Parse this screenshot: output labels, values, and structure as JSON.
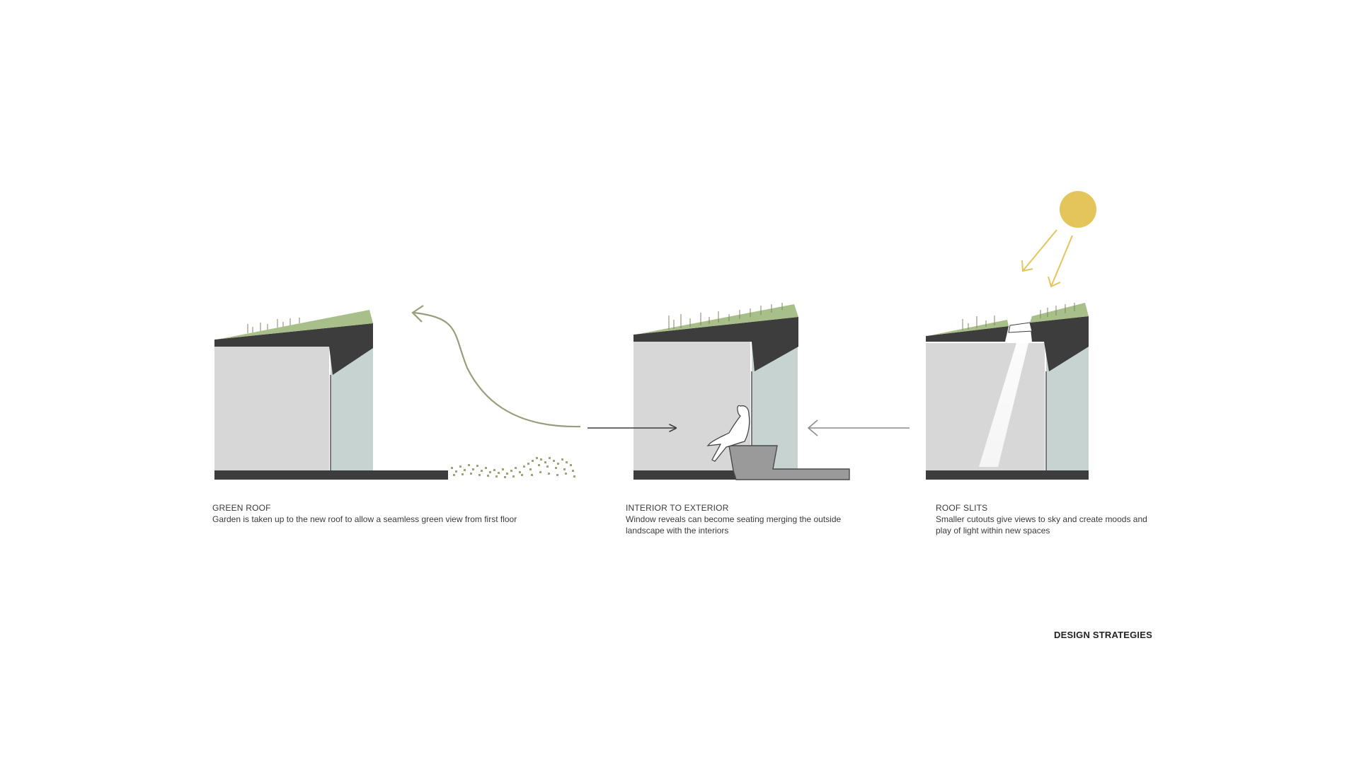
{
  "colors": {
    "roof_green": "#a9bf8a",
    "roof_dark": "#3d3d3d",
    "wall_grey": "#d7d7d7",
    "glass": "#c7d3d1",
    "arrow_green": "#9b9c7b",
    "sun_yellow": "#e3c55b",
    "hatch_green": "#9da678"
  },
  "strategies": [
    {
      "title": "GREEN ROOF",
      "description": "Garden is taken up to the new roof to allow a seamless green view from first floor",
      "icons": [
        "green-roof-icon",
        "curved-arrow-icon",
        "landscape-hatch-icon"
      ]
    },
    {
      "title": "INTERIOR TO EXTERIOR",
      "description": "Window reveals can become seating merging the outside landscape with the interiors",
      "icons": [
        "person-seated-icon",
        "arrow-right-icon",
        "arrow-left-icon"
      ]
    },
    {
      "title": "ROOF SLITS",
      "description": "Smaller cutouts give views to sky and create moods and play of light within new spaces",
      "icons": [
        "sun-icon",
        "sunray-arrow-icon",
        "light-beam-icon"
      ]
    }
  ],
  "footer": {
    "title": "DESIGN STRATEGIES"
  }
}
